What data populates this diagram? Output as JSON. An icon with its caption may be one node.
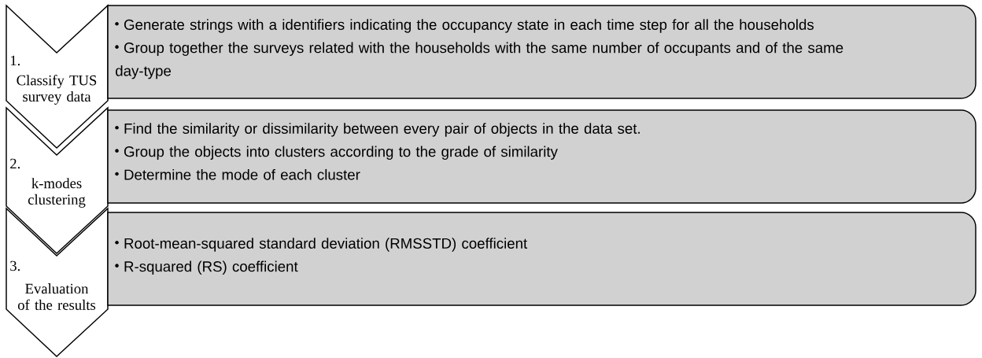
{
  "diagram": {
    "nodes": [
      {
        "text": [
          "1.",
          "Classify TUS survey data"
        ]
      },
      {
        "text": [
          "Generate strings with a identifiers indicating the occupancy state in each time step for all the households",
          "Group together the surveys related with the households with the same number of occupants and of the same day-type"
        ]
      },
      {
        "text": [
          "2.",
          "k-modes clustering"
        ]
      },
      {
        "text": [
          "Find the similarity or dissimilarity between every pair of objects in the data set.",
          "Group the objects into clusters according to the grade of similarity",
          "Determine the mode of each cluster"
        ]
      },
      {
        "text": [
          "3.",
          "Evaluation of the results"
        ]
      },
      {
        "text": [
          "Root-mean-squared standard deviation (RMSSTD) coefficient",
          "R-squared (RS) coefficient"
        ]
      }
    ]
  }
}
